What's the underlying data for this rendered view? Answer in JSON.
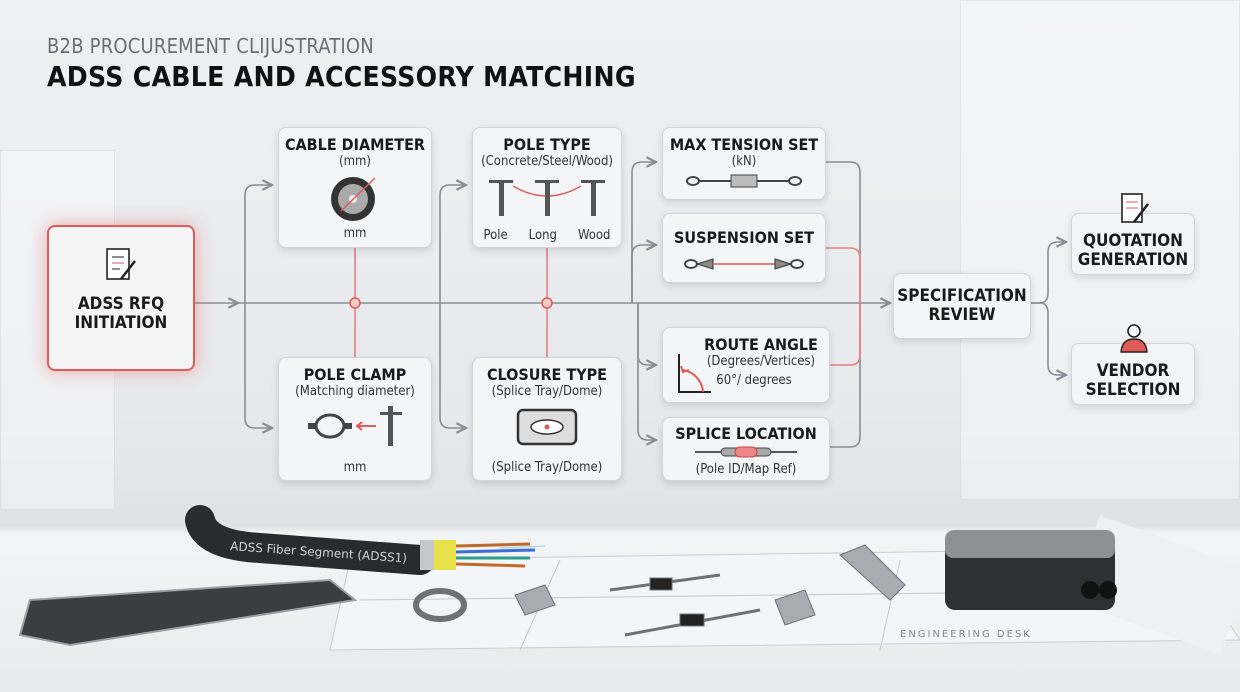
{
  "header": {
    "subtitle": "B2B PROCUREMENT CLIJUSTRATION",
    "title": "ADSS CABLE AND ACCESSORY MATCHING"
  },
  "nodes": {
    "rfq": {
      "label": "ADSS RFQ INITIATION",
      "icon": "document-pen-icon"
    },
    "cable_diameter": {
      "title": "CABLE DIAMETER",
      "sub": "(mm)",
      "foot": "mm",
      "icon": "cable-cross-section-icon"
    },
    "pole_type": {
      "title": "POLE TYPE",
      "sub": "(Concrete/Steel/Wood)",
      "options": [
        "Pole",
        "Long",
        "Wood"
      ],
      "icon": "utility-pole-icon"
    },
    "pole_clamp": {
      "title": "POLE CLAMP",
      "sub": "(Matching diameter)",
      "foot": "mm",
      "icon": "clamp-icon"
    },
    "closure_type": {
      "title": "CLOSURE TYPE",
      "sub": "(Splice Tray/Dome)",
      "foot": "(Splice Tray/Dome)",
      "icon": "closure-box-icon"
    },
    "max_tension": {
      "title": "MAX TENSION SET",
      "sub": "(kN)",
      "icon": "tension-set-icon"
    },
    "suspension": {
      "title": "SUSPENSION SET",
      "icon": "suspension-set-icon"
    },
    "route_angle": {
      "title": "ROUTE ANGLE",
      "sub": "(Degrees/Vertices)",
      "foot": "60°/ degrees",
      "icon": "angle-icon"
    },
    "splice_location": {
      "title": "SPLICE LOCATION",
      "foot": "(Pole ID/Map Ref)",
      "icon": "splice-icon"
    },
    "spec_review": {
      "label": "SPECIFICATION REVIEW"
    },
    "quotation": {
      "label": "QUOTATION GENERATION",
      "icon": "document-pen-icon"
    },
    "vendor": {
      "label": "VENDOR SELECTION",
      "icon": "person-icon"
    }
  },
  "scene": {
    "cable_label": "ADSS Fiber Segment (ADSS1)",
    "blueprint_label": "ENGINEERING DESK"
  },
  "colors": {
    "accent": "#e05a5a",
    "wire": "#8a8e94",
    "text": "#111111"
  }
}
